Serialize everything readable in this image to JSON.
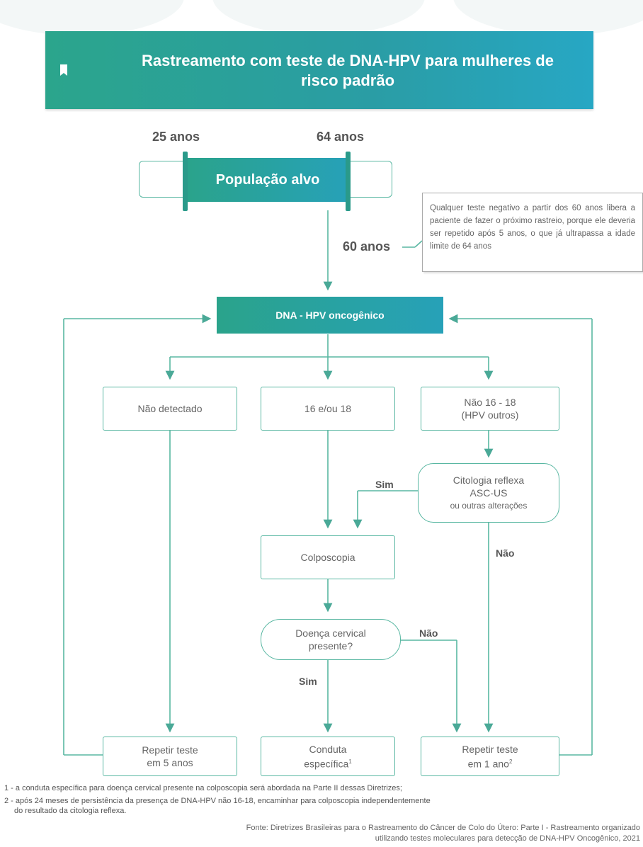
{
  "header": {
    "title": "Rastreamento com teste de DNA-HPV para mulheres de risco padrão"
  },
  "ages": {
    "start": "25 anos",
    "end": "64 anos",
    "side": "60 anos"
  },
  "target_population": "População alvo",
  "note": "Qualquer teste negativo a partir dos 60 anos libera a paciente de fazer o próximo rastreio, porque ele deveria ser repetido após 5 anos, o que já ultrapassa a idade limite de 64 anos",
  "test_box": "DNA - HPV oncogênico",
  "results": {
    "not_detected": "Não detectado",
    "hpv_16_18": "16 e/ou 18",
    "other_line1": "Não 16 - 18",
    "other_line2": "(HPV outros)"
  },
  "cytology": {
    "line1": "Citologia reflexa",
    "line2": "ASC-US",
    "line3": "ou outras alterações"
  },
  "colposcopy": "Colposcopia",
  "disease": {
    "line1": "Doença cervical",
    "line2": "presente?"
  },
  "labels": {
    "yes_1": "Sim",
    "no_1": "Não",
    "no_2": "Não",
    "yes_2": "Sim"
  },
  "outcomes": {
    "repeat5_line1": "Repetir teste",
    "repeat5_line2": "em 5 anos",
    "conduct_line1": "Conduta",
    "conduct_line2": "específica",
    "conduct_sup": "1",
    "repeat1_line1": "Repetir teste",
    "repeat1_line2": "em 1 ano",
    "repeat1_sup": "2"
  },
  "footnotes": {
    "fn1": "1 - a conduta específica para doença cervical presente na colposcopia será abordada na Parte II dessas Diretrizes;",
    "fn2_line1": "2 - após 24 meses de persistência da presença de DNA-HPV não 16-18, encaminhar para colposcopia independentemente",
    "fn2_line2": "do resultado da citologia reflexa."
  },
  "source": {
    "line1": "Fonte: Diretrizes Brasileiras para o Rastreamento do Câncer de Colo do Útero: Parte I - Rastreamento organizado",
    "line2": "utilizando testes moleculares para detecção de DNA-HPV Oncogênico, 2021"
  },
  "colors": {
    "teal": "#2aa38b",
    "teal_blue": "#27a7c4",
    "line": "#59b7a2"
  }
}
